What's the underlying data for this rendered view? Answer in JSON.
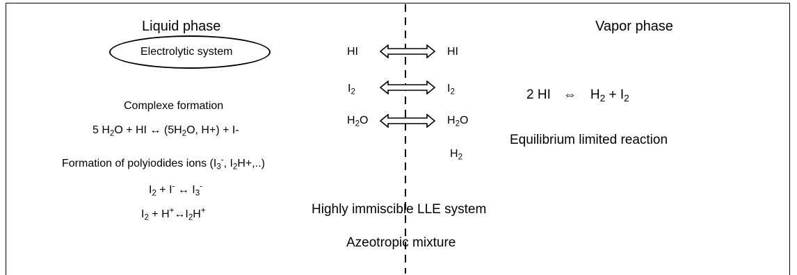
{
  "phases": {
    "liquid_title": "Liquid phase",
    "vapor_title": "Vapor phase"
  },
  "liquid": {
    "ellipse_label": "Electrolytic system",
    "complexe_heading": "Complexe formation",
    "complexe_eq": {
      "a": "5 H",
      "a_sub": "2",
      "b": "O + HI ↔ (5H",
      "b_sub": "2",
      "c": "O, H+) + I-"
    },
    "polyiodide_heading": {
      "a": "Formation of polyiodides ions (I",
      "a_sub": "3",
      "a_sup": "-",
      "b": ", I",
      "b_sub": "2",
      "c": "H+,..)"
    },
    "eq1": {
      "a": "I",
      "a_sub": "2",
      "b": " + I",
      "b_sup": "-",
      "c": " ↔ I",
      "c_sub": "3",
      "c_sup": "-"
    },
    "eq2": {
      "a": "I",
      "a_sub": "2",
      "b": " + H",
      "b_sup": "+",
      "c": "↔I",
      "c_sub": "2",
      "d": "H",
      "d_sup": "+"
    }
  },
  "exchange": {
    "row1_left": "HI",
    "row1_right": "HI",
    "row2_left": {
      "a": "I",
      "a_sub": "2"
    },
    "row2_right": {
      "a": "I",
      "a_sub": "2"
    },
    "row3_left": {
      "a": "H",
      "a_sub": "2",
      "b": "O"
    },
    "row3_right": {
      "a": "H",
      "a_sub": "2",
      "b": "O"
    },
    "h2": {
      "a": "H",
      "a_sub": "2"
    }
  },
  "vapor": {
    "reaction": {
      "a": "2 HI",
      "arrow": "⇔",
      "b": "H",
      "b_sub": "2",
      "c": " + I",
      "c_sub": "2"
    },
    "note": "Equilibrium limited reaction"
  },
  "bottom": {
    "lle": "Highly immiscible LLE system",
    "azeotrope": "Azeotropic mixture"
  }
}
